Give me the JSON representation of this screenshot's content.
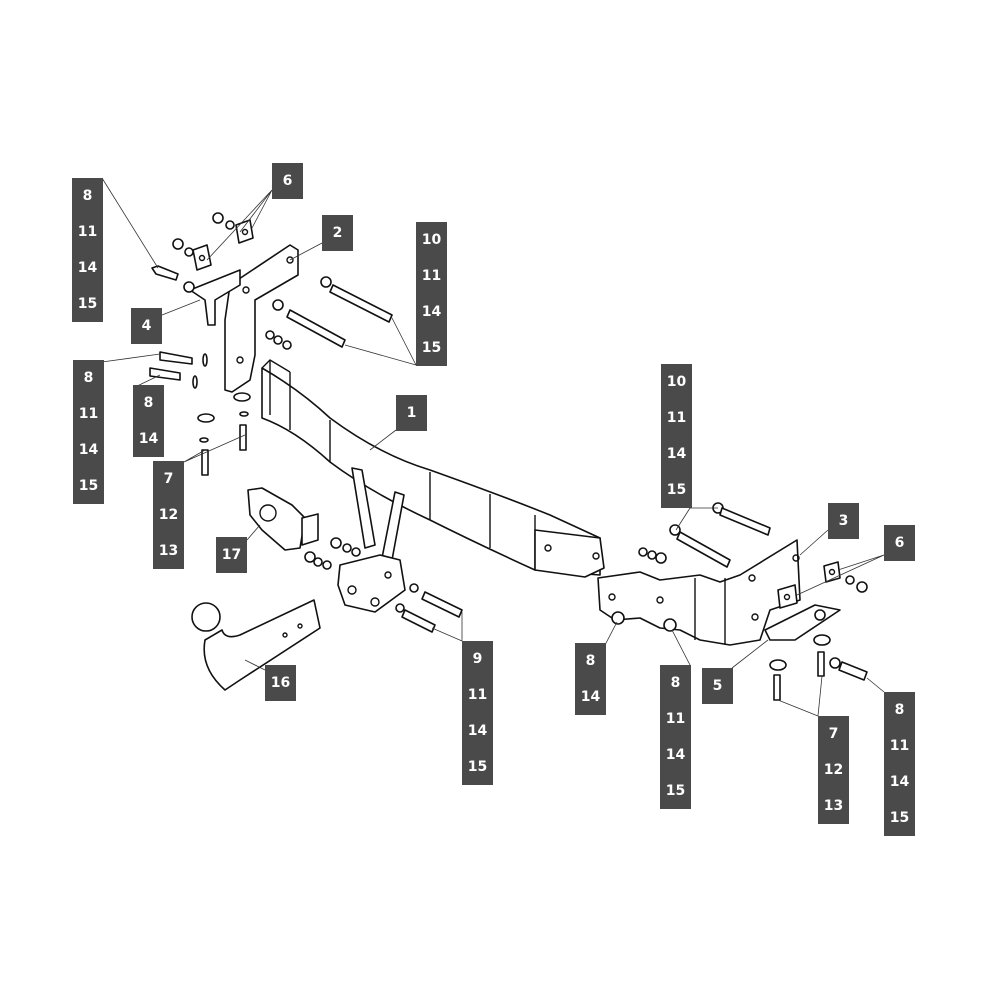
{
  "diagram": {
    "label_color": "#4a4a4a",
    "callouts": [
      {
        "part": "left-bolt-set-upper",
        "items": [
          "8",
          "11",
          "14",
          "15"
        ]
      },
      {
        "part": "left-plates",
        "items": [
          "6"
        ]
      },
      {
        "part": "left-bracket",
        "items": [
          "2"
        ]
      },
      {
        "part": "left-long-bolts",
        "items": [
          "10",
          "11",
          "14",
          "15"
        ]
      },
      {
        "part": "left-small-bracket",
        "items": [
          "4"
        ]
      },
      {
        "part": "left-bolt-set-middle",
        "items": [
          "8",
          "11",
          "14",
          "15"
        ]
      },
      {
        "part": "left-bolt-set-short",
        "items": [
          "8",
          "14"
        ]
      },
      {
        "part": "left-vertical-bolts",
        "items": [
          "7",
          "12",
          "13"
        ]
      },
      {
        "part": "main-crossbar",
        "items": [
          "1"
        ]
      },
      {
        "part": "socket-plate",
        "items": [
          "17"
        ]
      },
      {
        "part": "tow-ball-neck",
        "items": [
          "16"
        ]
      },
      {
        "part": "neck-bolts",
        "items": [
          "9",
          "11",
          "14",
          "15"
        ]
      },
      {
        "part": "right-long-bolts",
        "items": [
          "10",
          "11",
          "14",
          "15"
        ]
      },
      {
        "part": "right-bracket",
        "items": [
          "3"
        ]
      },
      {
        "part": "right-plates",
        "items": [
          "6"
        ]
      },
      {
        "part": "right-bolt-set-short",
        "items": [
          "8",
          "14"
        ]
      },
      {
        "part": "right-bolt-set-middle",
        "items": [
          "8",
          "11",
          "14",
          "15"
        ]
      },
      {
        "part": "right-small-bracket",
        "items": [
          "5"
        ]
      },
      {
        "part": "right-vertical-bolts",
        "items": [
          "7",
          "12",
          "13"
        ]
      },
      {
        "part": "right-bolt-set-side",
        "items": [
          "8",
          "11",
          "14",
          "15"
        ]
      }
    ]
  }
}
